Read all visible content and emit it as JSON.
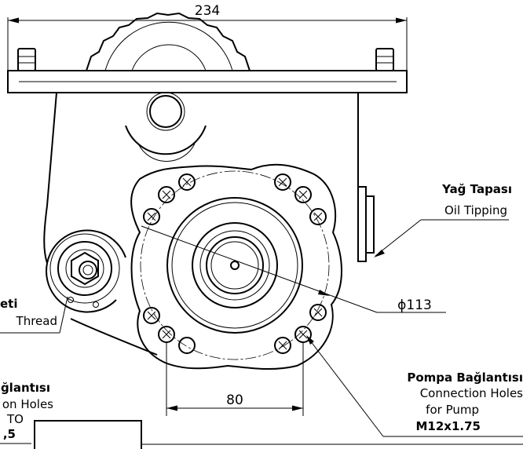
{
  "dimensions": {
    "overall_width": "234",
    "bolt_circle_diameter": "113",
    "diameter_symbol": "ϕ",
    "hole_spacing": "80"
  },
  "callouts": {
    "oil_plug": {
      "title": "Yağ Tapası",
      "subtitle": "Oil Tipping"
    },
    "thread": {
      "title_fragment": "eti",
      "subtitle_fragment": "Thread"
    },
    "pto_connection": {
      "line1": "ğlantısı",
      "line2": "on Holes",
      "line3": "TO",
      "line4": ",5"
    },
    "pump_connection": {
      "title": "Pompa Bağlantısı",
      "line2": "Connection Holes",
      "line3": "for Pump",
      "line4": "M12x1.75"
    }
  }
}
